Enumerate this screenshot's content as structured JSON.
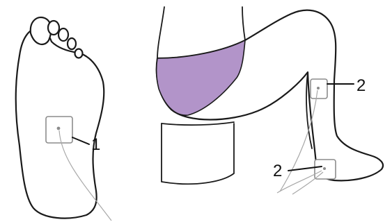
{
  "colors": {
    "clothing": "#b294c9",
    "outline": "#1a1a1a",
    "electrode_pad": "#8c8c8c",
    "lead_wire": "#a8a8a8"
  },
  "figure": {
    "foot_sole": {
      "electrode_label": "1"
    },
    "seated_leg": {
      "calf_electrode_label": "2",
      "heel_electrode_label": "2"
    }
  }
}
